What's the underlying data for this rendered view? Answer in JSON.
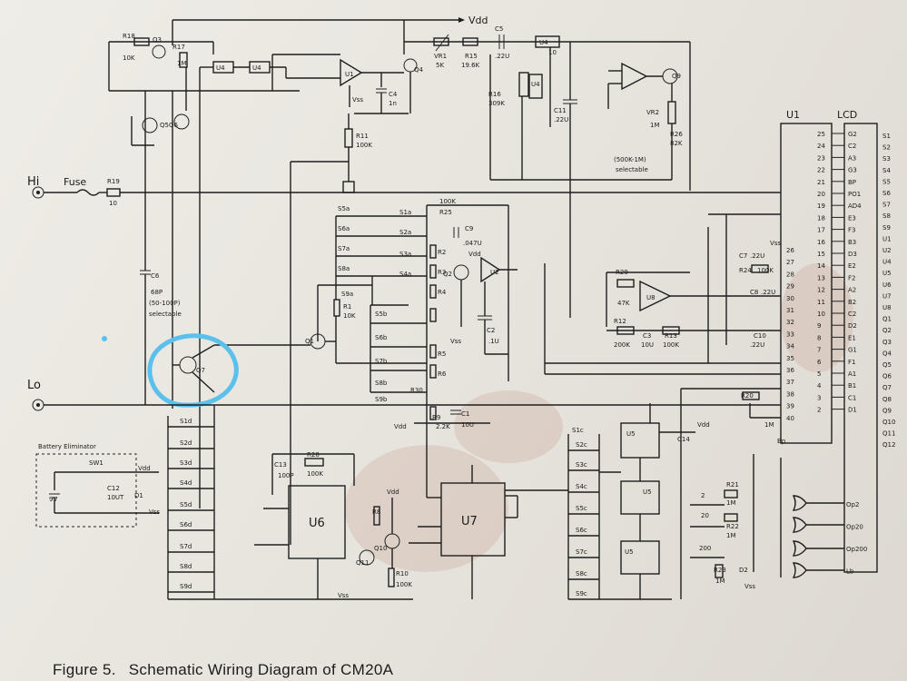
{
  "caption": {
    "figure": "Figure 5.",
    "title": "Schematic Wiring Diagram of CM20A"
  },
  "highlight_color": "#5bc0eb",
  "ink_color": "#1e1e1e",
  "labels": {
    "vdd_top": "Vdd",
    "r18": "R18",
    "r18v": "10K",
    "q3": "Q3",
    "r17": "R17",
    "r17v": "1M",
    "u4a": "U4",
    "u4b": "U4",
    "u1": "U1",
    "vss1": "Vss",
    "c4": "C4",
    "c4v": "1n",
    "q4": "Q4",
    "vr1": "VR1",
    "vr1v": "5K",
    "r15": "R15",
    "r15v": "19.6K",
    "c5": "C5",
    "c5v": ".22U",
    "u4c": "U4",
    "u4cv": "10",
    "r16": "R16",
    "r16v": "309K",
    "c11": "C11",
    "c11v": ".22U",
    "u4d": "U4",
    "q9": "Q9",
    "vr2": "VR2",
    "vr2v": "1M",
    "r26": "R26",
    "r26v": "82K",
    "sel500k": "(500K-1M)",
    "sel500k2": "selectable",
    "q5": "Q5",
    "q6": "Q6",
    "r11": "R11",
    "r11v": "100K",
    "hi": "Hi",
    "fuse": "Fuse",
    "r19": "R19",
    "r19v": "10",
    "s5a": "S5a",
    "s1a": "S1a",
    "r25": "R25",
    "r25v": "100K",
    "s6a": "S6a",
    "s2a": "S2a",
    "s7a": "S7a",
    "s3a": "S3a",
    "s8a": "S8a",
    "s4a": "S4a",
    "c9": "C9",
    "c9v": ".047U",
    "vdd_q2": "Vdd",
    "q2": "Q2",
    "u2": "U2",
    "r1": "R1",
    "r1v": "10K",
    "s9a": "S9a",
    "q1": "Q1",
    "s5b": "S5b",
    "s6b": "S6b",
    "s7b": "S7b",
    "s8b": "S8b",
    "s9b": "S9b",
    "r2": "R2",
    "r3": "R3",
    "r4": "R4",
    "r5": "R5",
    "r6": "R6",
    "r30": "R30",
    "r9": "R9",
    "r9v": "2.2K",
    "vss2": "Vss",
    "c2": "C2",
    "c2v": ".1U",
    "c1": "C1",
    "c1v": "10U",
    "vdd_bot": "Vdd",
    "c6": "C6",
    "c6v": "68P",
    "c6sel": "(50-100P)",
    "c6sel2": "selectable",
    "q7": "Q7",
    "lo": "Lo",
    "battery": "Battery Eliminator",
    "sw1": "SW1",
    "vdd_bat": "Vdd",
    "c12": "C12",
    "c12v": "10UT",
    "d1": "D1",
    "vss_bat": "Vss",
    "nine_v": "9V",
    "s1d": "S1d",
    "s2d": "S2d",
    "s3d": "S3d",
    "s4d": "S4d",
    "s5d": "S5d",
    "s6d": "S6d",
    "s7d": "S7d",
    "s8d": "S8d",
    "s9d": "S9d",
    "c13": "C13",
    "c13v": "100P",
    "r28": "R28",
    "r28v": "100K",
    "u6": "U6",
    "vdd_q10": "Vdd",
    "r8": "R8",
    "q10": "Q10",
    "q11": "Q11",
    "r10": "R10",
    "r10v": "100K",
    "vss3": "Vss",
    "u7": "U7",
    "s1c": "S1c",
    "s2c": "S2c",
    "s3c": "S3c",
    "s4c": "S4c",
    "s5c": "S5c",
    "s6c": "S6c",
    "s7c": "S7c",
    "s8c": "S8c",
    "s9c": "S9c",
    "u5a": "U5",
    "u5b": "U5",
    "u5c": "U5",
    "vdd_u5": "Vdd",
    "c14": "C14",
    "r29": "R29",
    "r29v": "47K",
    "u8": "U8",
    "r12": "R12",
    "r12v": "200K",
    "c3": "C3",
    "c3v": "10U",
    "r13": "R13",
    "r13v": "100K",
    "c7": "C7",
    "c7v": ".22U",
    "vss4": "Vss",
    "r24": "R24",
    "r24v": "100K",
    "c8": "C8",
    "c8v": ".22U",
    "c10": "C10",
    "c10v": ".22U",
    "r20": "R20",
    "r20v": "1M",
    "r21": "R21",
    "r21v": "1M",
    "r22": "R22",
    "r22v": "1M",
    "r23": "R23",
    "r23v": "1M",
    "n2": "2",
    "n20": "20",
    "n200": "200",
    "d2": "D2",
    "vss5": "Vss",
    "bp": "Bp",
    "u1_big": "U1",
    "lcd": "LCD"
  },
  "lcd_pins": [
    "G2",
    "C2",
    "A3",
    "G3",
    "BP",
    "PO1",
    "AD4",
    "E3",
    "F3",
    "B3",
    "D3",
    "E2",
    "F2",
    "A2",
    "B2",
    "C2",
    "D2",
    "E1",
    "G1",
    "F1",
    "A1",
    "B1",
    "C1",
    "D1"
  ],
  "lcd_bottom": [
    "Op2",
    "Op20",
    "Op200",
    "Lb"
  ],
  "u1_right_nums": [
    "25",
    "24",
    "23",
    "22",
    "21",
    "20",
    "19",
    "18",
    "17",
    "16",
    "15",
    "14",
    "13",
    "12",
    "11",
    "10",
    "9",
    "8",
    "7",
    "6",
    "5",
    "4",
    "3",
    "2"
  ],
  "u1_left_nums": [
    "26",
    "27",
    "28",
    "29",
    "30",
    "31",
    "32",
    "33",
    "34",
    "35",
    "36",
    "37",
    "38",
    "39",
    "40"
  ],
  "edge_labels": [
    "S1",
    "S2",
    "S3",
    "S4",
    "S5",
    "S6",
    "S7",
    "S8",
    "S9",
    "U1",
    "U2",
    "U4",
    "U5",
    "U6",
    "U7",
    "U8",
    "Q1",
    "Q2",
    "Q3",
    "Q4",
    "Q5",
    "Q6",
    "Q7",
    "Q8",
    "Q9",
    "Q10",
    "Q11",
    "Q12"
  ]
}
